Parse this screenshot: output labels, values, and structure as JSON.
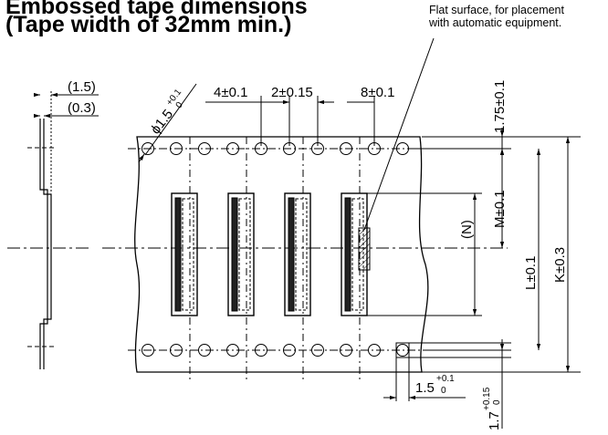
{
  "title": {
    "line1": "Embossed tape dimensions",
    "line2": "(Tape width of 32mm min.)"
  },
  "note": {
    "line1": "Flat surface, for placement",
    "line2": "with automatic equipment."
  },
  "dims": {
    "side_top": "(1.5)",
    "side_bottom": "(0.3)",
    "hole_dia": "ϕ1.5",
    "hole_dia_tol_upper": "+0.1",
    "hole_dia_tol_lower": "0",
    "pitch_hole": "4±0.1",
    "pitch_half": "2±0.15",
    "pitch_part": "8±0.1",
    "edge_to_hole": "1.75±0.1",
    "n": "(N)",
    "m": "M±0.1",
    "l": "L±0.1",
    "k": "K±0.3",
    "hole_w": "1.5",
    "hole_w_tol_upper": "+0.1",
    "hole_w_tol_lower": "0",
    "hole_h": "1.7",
    "hole_h_tol_upper": "+0.15",
    "hole_h_tol_lower": "0"
  }
}
